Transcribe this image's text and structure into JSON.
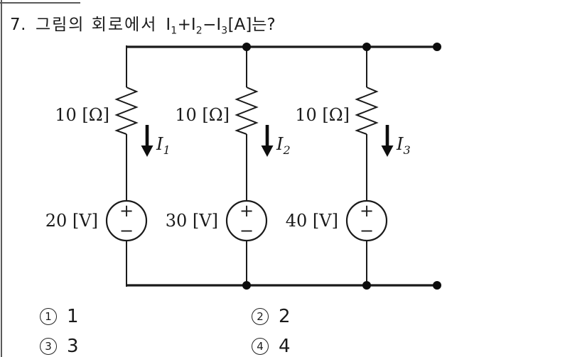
{
  "question": {
    "number": "7.",
    "lead": "그림의 회로에서",
    "expr": {
      "i1": "I",
      "s1": "1",
      "op1": "+",
      "i2": "I",
      "s2": "2",
      "op2": "−",
      "i3": "I",
      "s3": "3",
      "unit": "[A]",
      "tail": "는?"
    }
  },
  "circuit": {
    "resistors": [
      {
        "label": "10 [Ω]"
      },
      {
        "label": "10 [Ω]"
      },
      {
        "label": "10 [Ω]"
      }
    ],
    "sources": [
      {
        "label": "20 [V]",
        "plus": "+",
        "minus": "−"
      },
      {
        "label": "30 [V]",
        "plus": "+",
        "minus": "−"
      },
      {
        "label": "40 [V]",
        "plus": "+",
        "minus": "−"
      }
    ],
    "currents": [
      {
        "base": "I",
        "sub": "1"
      },
      {
        "base": "I",
        "sub": "2"
      },
      {
        "base": "I",
        "sub": "3"
      }
    ]
  },
  "choices": [
    {
      "marker": "1",
      "value": "1"
    },
    {
      "marker": "2",
      "value": "2"
    },
    {
      "marker": "3",
      "value": "3"
    },
    {
      "marker": "4",
      "value": "4"
    }
  ],
  "colors": {
    "ink": "#1a1a1a",
    "border": "#5a5a5a",
    "background": "#ffffff"
  }
}
